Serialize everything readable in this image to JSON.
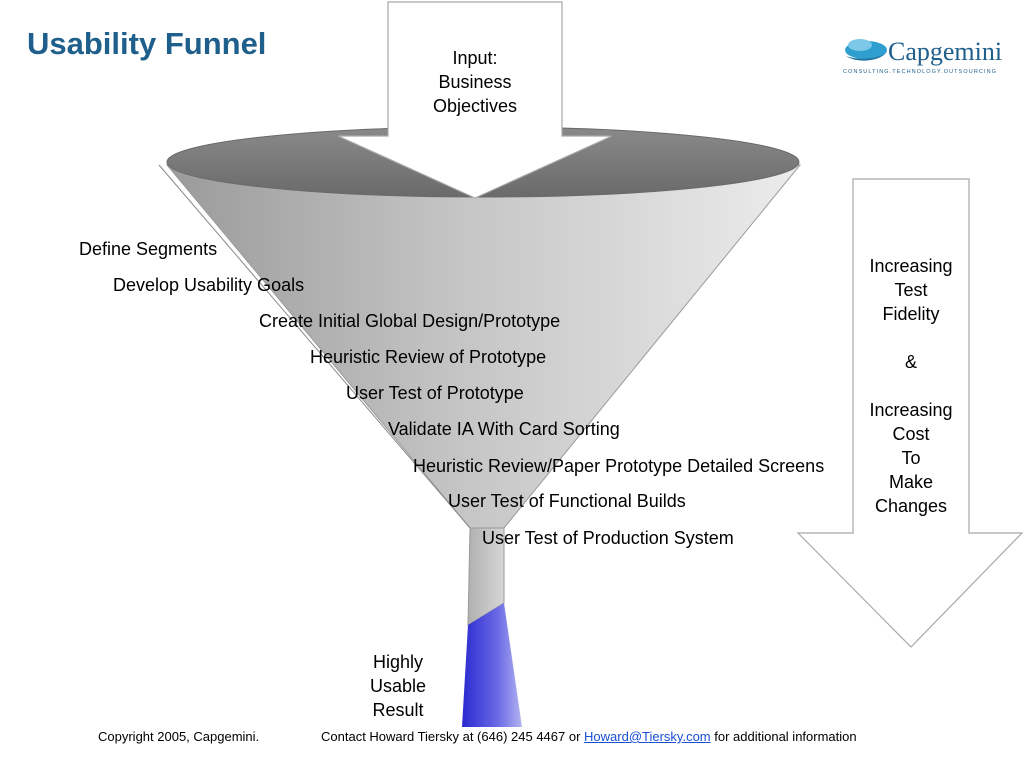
{
  "slide": {
    "title": "Usability Funnel",
    "input_label": [
      "Input:",
      "Business",
      "Objectives"
    ],
    "steps": [
      "Define Segments",
      "Develop Usability Goals",
      "Create Initial Global Design/Prototype",
      "Heuristic Review of Prototype",
      "User Test of Prototype",
      "Validate IA With Card Sorting",
      "Heuristic Review/Paper Prototype Detailed Screens",
      "User Test of Functional Builds",
      "User Test of Production System"
    ],
    "result_label": [
      "Highly",
      "Usable",
      "Result"
    ],
    "side_arrow_label": [
      "Increasing",
      "Test",
      "Fidelity",
      "",
      "&",
      "",
      "Increasing",
      "Cost",
      "To",
      "Make",
      "Changes"
    ]
  },
  "logo": {
    "name": "Capgemini",
    "tagline": "CONSULTING.TECHNOLOGY.OUTSOURCING"
  },
  "footer": {
    "copyright": "Copyright 2005, Capgemini.",
    "contact_prefix": "Contact Howard Tiersky at (646) 245 4467 or ",
    "email": "Howard@Tiersky.com",
    "contact_suffix": " for additional information"
  },
  "colors": {
    "title": "#1f5f8b",
    "funnel_rim": "#7a7a7a",
    "result_blue": "#3b3bd6",
    "link": "#1a4fd6"
  }
}
